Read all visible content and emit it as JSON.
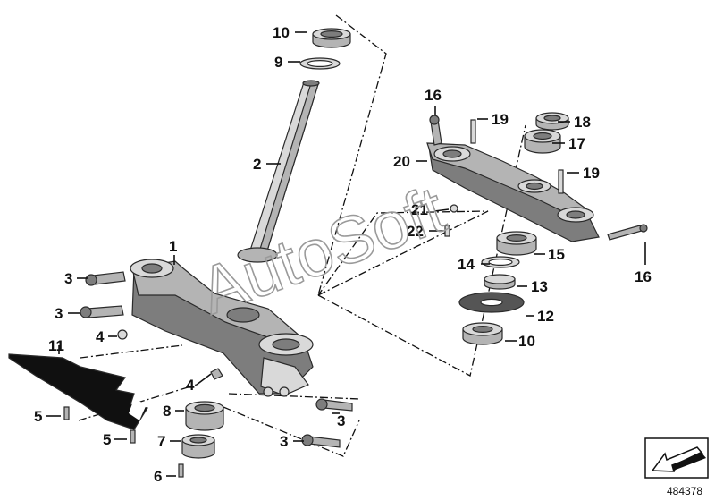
{
  "diagram": {
    "callouts": {
      "c1": "1",
      "c2": "2",
      "c3a": "3",
      "c3b": "3",
      "c3c": "3",
      "c3d": "3",
      "c4a": "4",
      "c4b": "4",
      "c5a": "5",
      "c5b": "5",
      "c6": "6",
      "c7": "7",
      "c8": "8",
      "c9": "9",
      "c10a": "10",
      "c10b": "10",
      "c11": "11",
      "c12": "12",
      "c13": "13",
      "c14": "14",
      "c15": "15",
      "c16a": "16",
      "c16b": "16",
      "c17": "17",
      "c18": "18",
      "c19a": "19",
      "c19b": "19",
      "c20": "20",
      "c21": "21",
      "c22": "22"
    },
    "watermark": "AutoSoft",
    "reference_number": "484378",
    "nav_icon": "arrow-down-left-icon"
  }
}
